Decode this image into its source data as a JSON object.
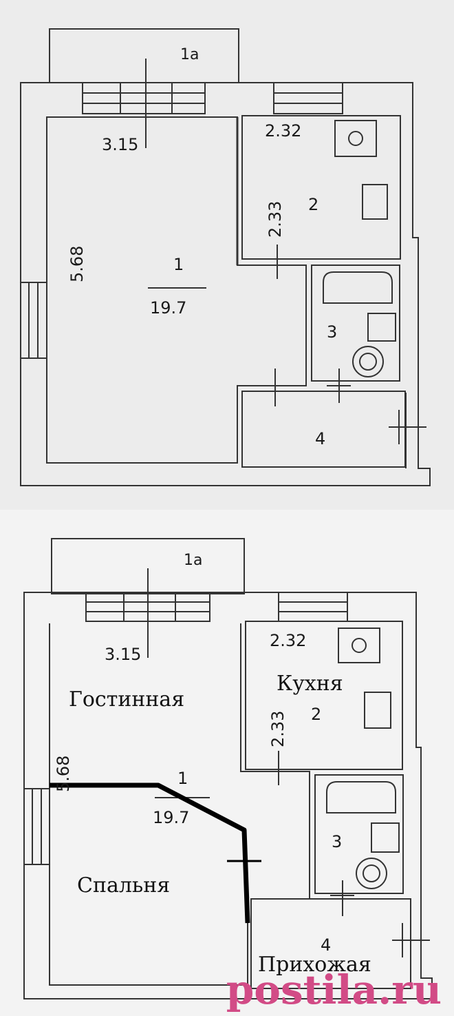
{
  "plans": [
    {
      "labels": {
        "balcony": "1а",
        "dim_top_left": "3.15",
        "dim_kitchen_w": "2.32",
        "dim_kitchen_h": "2.33",
        "dim_left": "5.68",
        "room1_num": "1",
        "room1_area": "19.7",
        "room2_num": "2",
        "room3_num": "3",
        "room4_num": "4"
      }
    },
    {
      "labels": {
        "balcony": "1а",
        "dim_top_left": "3.15",
        "dim_kitchen_w": "2.32",
        "dim_kitchen_h": "2.33",
        "dim_left": "5.68",
        "room1_num": "1",
        "room1_area": "19.7",
        "room2_num": "2",
        "room3_num": "3",
        "room4_num": "4"
      },
      "rooms": {
        "living": "Гостинная",
        "kitchen": "Кухня",
        "bedroom": "Спальня",
        "hall": "Прихожая"
      }
    }
  ],
  "watermark": {
    "text": "postila.ru",
    "color": "#d24b86"
  }
}
